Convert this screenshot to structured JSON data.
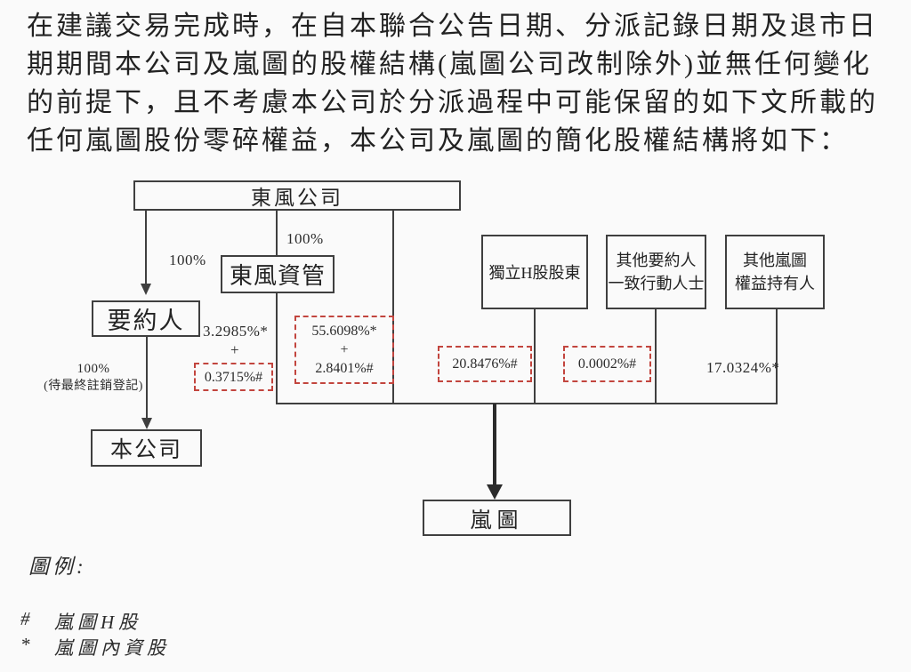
{
  "paragraph": {
    "lines": [
      "在建議交易完成時，在自本聯合公告日期、分派記錄日期及退市日",
      "期期間本公司及嵐圖的股權結構(嵐圖公司改制除外)並無任何變化",
      "的前提下，且不考慮本公司於分派過程中可能保留的如下文所載的",
      "任何嵐圖股份零碎權益，本公司及嵐圖的簡化股權結構將如下："
    ]
  },
  "diagram": {
    "nodes": {
      "dongfeng_company": "東風公司",
      "dongfeng_asset": "東風資管",
      "offeror": "要約人",
      "independent_h_shareholders": "獨立H股股東",
      "concert_parties_line1": "其他要約人",
      "concert_parties_line2": "一致行動人士",
      "other_lantu_holders_line1": "其他嵐圖",
      "other_lantu_holders_line2": "權益持有人",
      "the_company": "本公司",
      "lantu": "嵐圖"
    },
    "labels": {
      "pct_to_offeror": "100%",
      "pct_to_asset": "100%",
      "offeror_domestic": "3.2985%*",
      "plus_offeror": "+",
      "offeror_h_dashed": "0.3715%#",
      "asset_domestic": "55.6098%*",
      "plus_asset": "+",
      "asset_h": "2.8401%#",
      "independent_h_pct": "20.8476%#",
      "concert_pct": "0.0002%#",
      "other_lantu_pct": "17.0324%*",
      "company_pct": "100%",
      "company_pct_note": "(待最終註銷登記)"
    },
    "colors": {
      "line": "#3f3f3f",
      "dashed_red": "#c2453e",
      "background": "#fafafa"
    }
  },
  "legend": {
    "title": "圖例:",
    "entries": [
      {
        "symbol": "#",
        "label": "嵐圖H股"
      },
      {
        "symbol": "*",
        "label": "嵐圖內資股"
      }
    ]
  }
}
